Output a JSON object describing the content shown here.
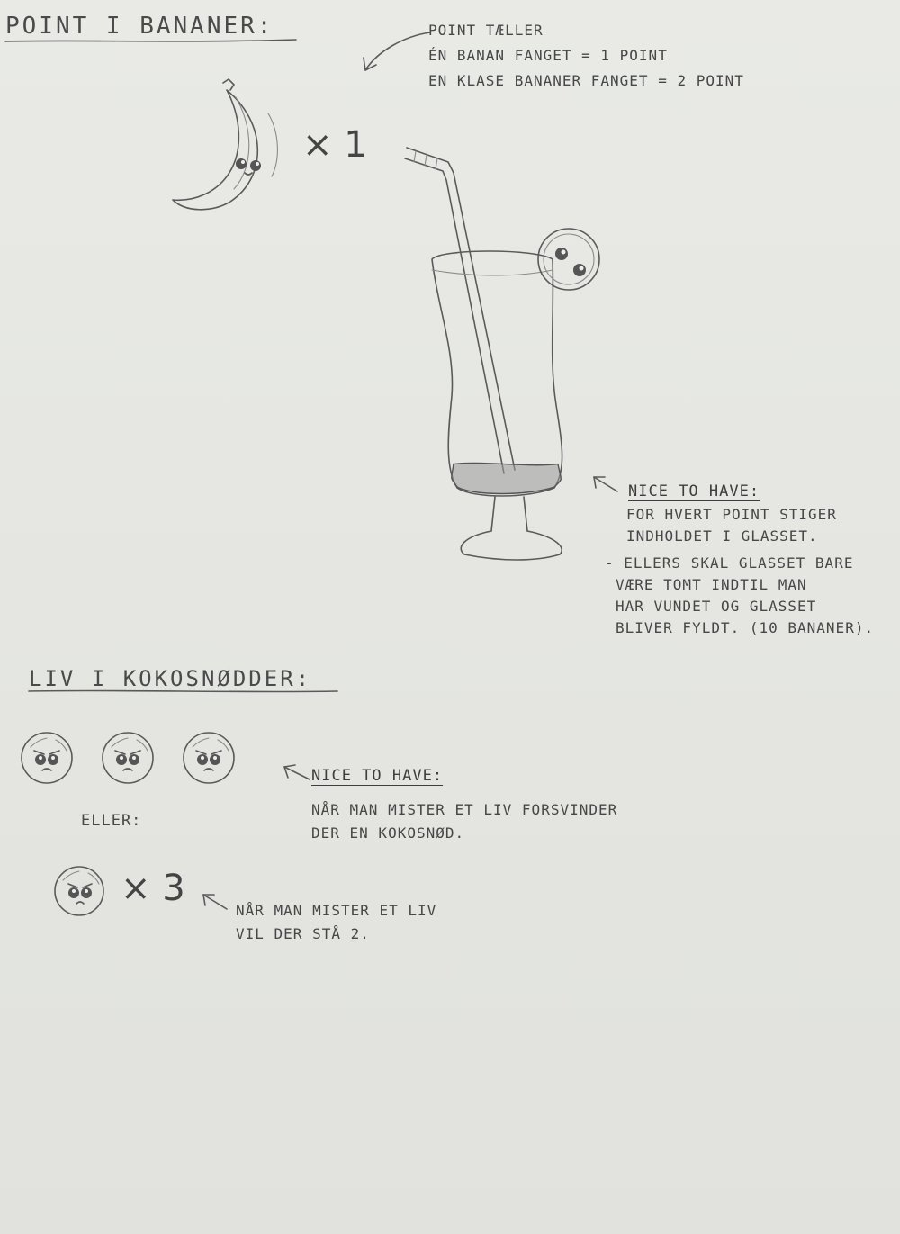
{
  "points_section": {
    "heading": "POINT I BANANER:",
    "banana_multiplier": "× 1",
    "counter_note": {
      "title": "POINT TÆLLER",
      "line1": "ÉN BANAN FANGET = 1 POINT",
      "line2": "EN KLASE BANANER FANGET = 2 POINT"
    },
    "glass_note": {
      "title": "NICE TO HAVE:",
      "line1": "FOR HVERT POINT STIGER",
      "line2": "INDHOLDET I GLASSET.",
      "line3": "- ELLERS SKAL GLASSET BARE",
      "line4": "VÆRE TOMT INDTIL MAN",
      "line5": "HAR VUNDET OG GLASSET",
      "line6": "BLIVER FYLDT. (10 BANANER)."
    },
    "glass_fill_fraction": 0.12
  },
  "lives_section": {
    "heading": "LIV I KOKOSNØDDER:",
    "coconut_count": 3,
    "disappear_note": {
      "title": "NICE TO HAVE:",
      "line1": "NÅR MAN MISTER ET LIV FORSVINDER",
      "line2": "DER EN KOKOSNØD."
    },
    "or_label": "ELLER:",
    "coconut_multiplier": "× 3",
    "counter_note": {
      "line1": "NÅR MAN MISTER ET LIV",
      "line2": "VIL DER STÅ 2."
    }
  }
}
